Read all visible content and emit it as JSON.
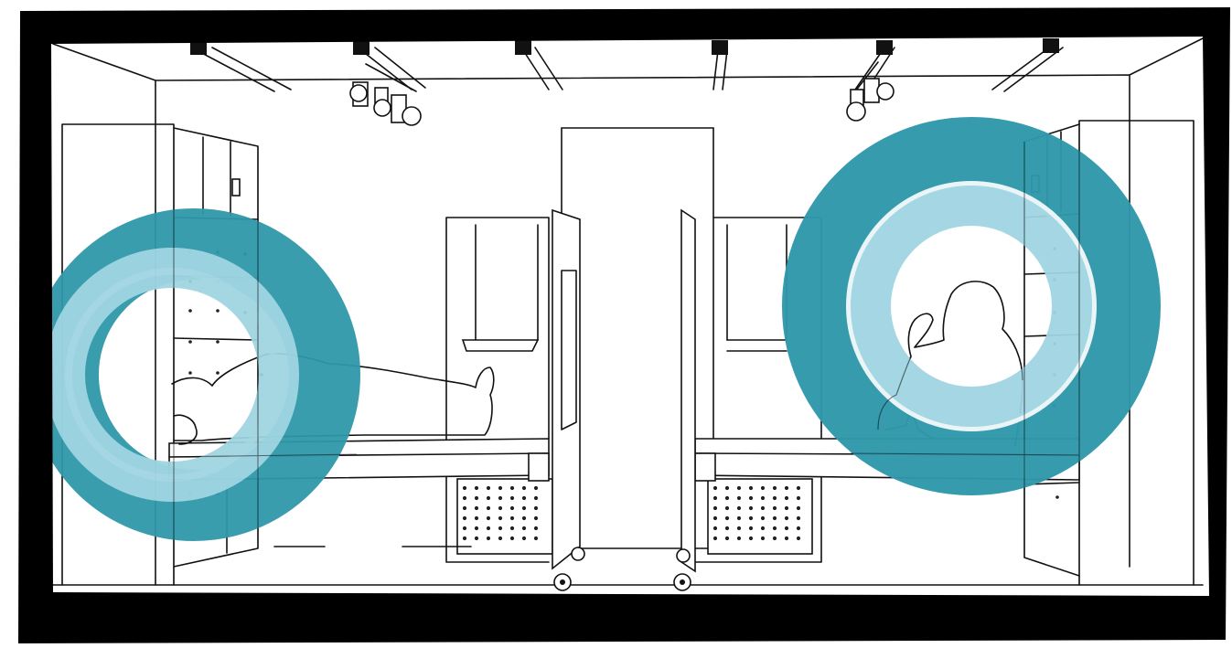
{
  "scene": {
    "kind": "sketch",
    "palette": {
      "frame": "#000000",
      "ring_outer": "#2f98aa",
      "ring_inner": "#9fd5e2",
      "background": "#ffffff"
    },
    "rings": [
      {
        "name": "left-ring"
      },
      {
        "name": "right-ring"
      }
    ],
    "icons": [
      "spotlight-icon",
      "caster-wheel-icon"
    ]
  }
}
